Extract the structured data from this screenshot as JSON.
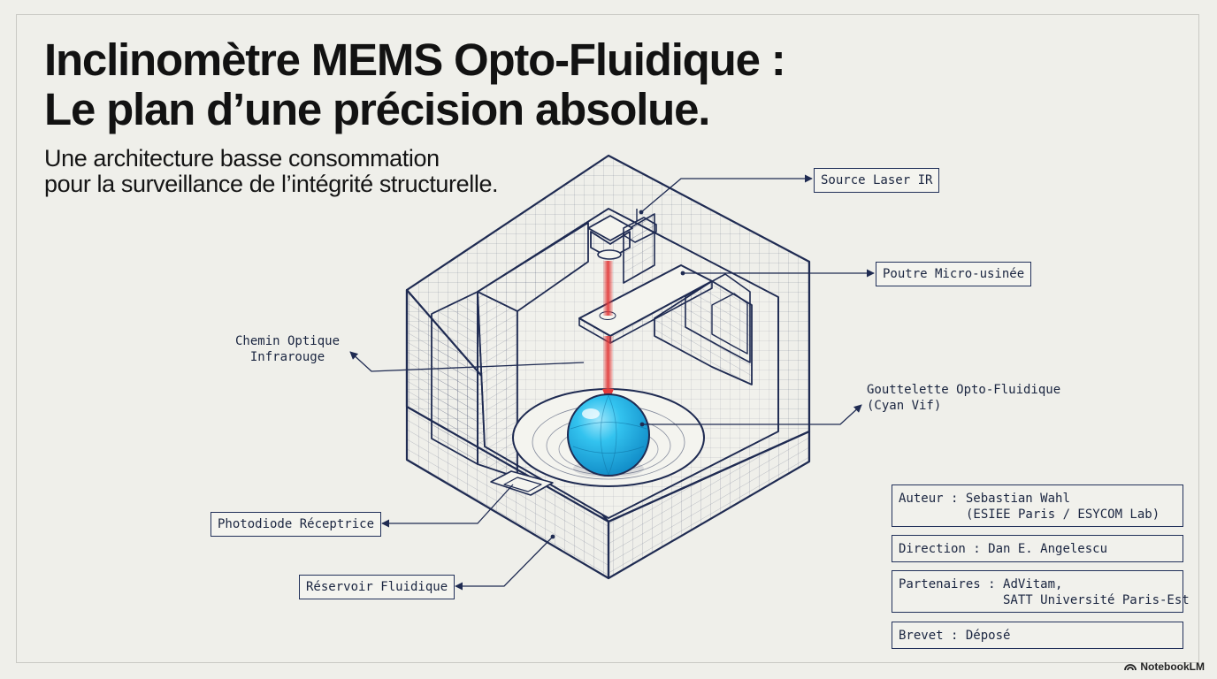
{
  "title": {
    "line1": "Inclinomètre MEMS Opto-Fluidique :",
    "line2": "Le plan d’une précision absolue."
  },
  "subtitle": {
    "line1": "Une architecture basse consommation",
    "line2": "pour la surveillance de l’intégrité structurelle."
  },
  "labels": {
    "laser": "Source Laser IR",
    "beam": "Poutre Micro-usinée",
    "optical_path_line1": "Chemin Optique",
    "optical_path_line2": "Infrarouge",
    "droplet_line1": "Gouttelette Opto-Fluidique",
    "droplet_line2": "(Cyan Vif)",
    "photodiode": "Photodiode Réceptrice",
    "reservoir": "Réservoir Fluidique"
  },
  "info": {
    "author_key": "Auteur",
    "author_value": "Sebastian Wahl",
    "author_affiliation": "(ESIEE Paris / ESYCOM Lab)",
    "direction_key": "Direction",
    "direction_value": "Dan E. Angelescu",
    "partners_key": "Partenaires",
    "partners_value1": "AdVitam,",
    "partners_value2": "SATT Université Paris-Est",
    "patent_key": "Brevet",
    "patent_value": "Déposé"
  },
  "watermark": "NotebookLM",
  "colors": {
    "ink": "#1f2b52",
    "laser": "#e23a3a",
    "droplet": "#26b8e8",
    "background": "#efefea"
  }
}
